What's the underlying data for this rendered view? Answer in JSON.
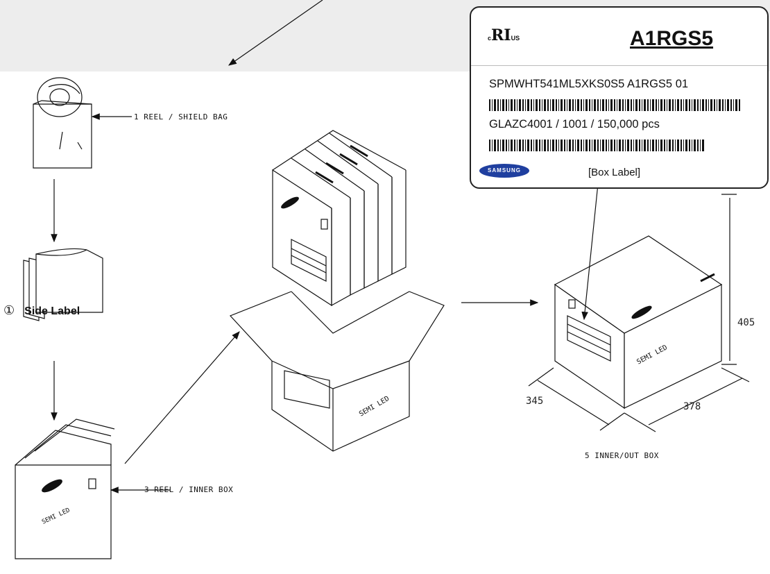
{
  "steps": {
    "reel_bag": "1 REEL / SHIELD BAG",
    "inner_box": "3 REEL / INNER BOX",
    "outer_box": "5 INNER/OUT BOX"
  },
  "side_label": {
    "number": "①",
    "text": "Side Label"
  },
  "box_label": {
    "ul_mark": "c US",
    "model": "A1RGS5",
    "line1": "SPMWHT541ML5XKS0S5 A1RGS5 01",
    "line2": "GLAZC4001 / 1001 / 150,000 pcs",
    "logo": "SAMSUNG",
    "caption": "[Box Label]"
  },
  "dimensions": {
    "height": "405",
    "width": "345",
    "depth": "378"
  },
  "box_print": {
    "brand": "SAMSUNG",
    "product": "SEMI LED"
  }
}
